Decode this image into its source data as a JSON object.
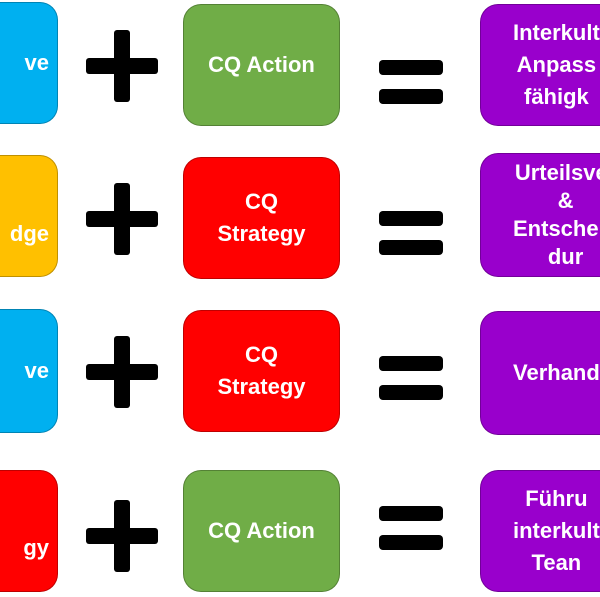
{
  "colors": {
    "blue": "#00B0F0",
    "yellow": "#FFC000",
    "green": "#70AD47",
    "red": "#FF0000",
    "purple": "#9900CC"
  },
  "rows": [
    {
      "left": {
        "text": "ve",
        "color": "#00B0F0"
      },
      "middle": {
        "text": "CQ Action",
        "color": "#70AD47"
      },
      "right": {
        "text": "Interkult\nAnpass\nfähigk",
        "color": "#9900CC"
      }
    },
    {
      "left": {
        "text": "dge",
        "color": "#FFC000"
      },
      "middle": {
        "text": "CQ\nStrategy",
        "color": "#FF0000"
      },
      "right": {
        "text": "Urteilsver\n&\nEntscheid\ndur",
        "color": "#9900CC"
      }
    },
    {
      "left": {
        "text": "ve",
        "color": "#00B0F0"
      },
      "middle": {
        "text": "CQ\nStrategy",
        "color": "#FF0000"
      },
      "right": {
        "text": "Verhandl",
        "color": "#9900CC"
      }
    },
    {
      "left": {
        "text": "gy",
        "color": "#FF0000"
      },
      "middle": {
        "text": "CQ Action",
        "color": "#70AD47"
      },
      "right": {
        "text": "Führu\ninterkult\nTean",
        "color": "#9900CC"
      }
    }
  ]
}
